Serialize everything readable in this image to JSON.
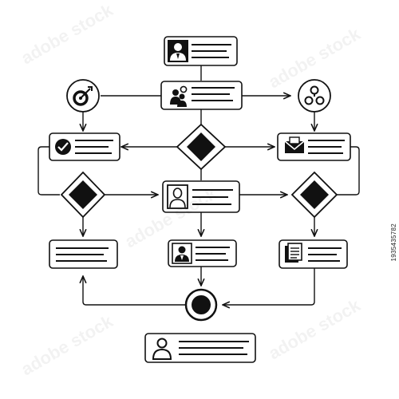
{
  "diagram": {
    "type": "business-process-flowchart",
    "stock_id": "1935435782",
    "watermark_text": "adobe stock",
    "colors": {
      "stroke": "#111111",
      "fill": "#ffffff"
    },
    "nodes": [
      {
        "id": "top-person-card",
        "shape": "card",
        "icon": "person-avatar-icon"
      },
      {
        "id": "team-card",
        "shape": "card",
        "icon": "team-settings-icon"
      },
      {
        "id": "target-circle",
        "shape": "circle",
        "icon": "target-icon"
      },
      {
        "id": "users-circle",
        "shape": "circle",
        "icon": "users-group-icon"
      },
      {
        "id": "approved-card",
        "shape": "card",
        "icon": "check-badge-icon"
      },
      {
        "id": "center-decision",
        "shape": "diamond"
      },
      {
        "id": "mail-card",
        "shape": "card",
        "icon": "envelope-icon"
      },
      {
        "id": "left-decision",
        "shape": "diamond"
      },
      {
        "id": "profile-card",
        "shape": "card",
        "icon": "profile-frame-icon"
      },
      {
        "id": "right-decision",
        "shape": "diamond"
      },
      {
        "id": "notes-card",
        "shape": "card",
        "icon": ""
      },
      {
        "id": "employee-card",
        "shape": "card",
        "icon": "employee-icon"
      },
      {
        "id": "document-card",
        "shape": "card",
        "icon": "document-icon"
      },
      {
        "id": "end-node",
        "shape": "terminal"
      },
      {
        "id": "bottom-person-card",
        "shape": "card",
        "icon": "person-outline-icon"
      }
    ],
    "connectors": [
      {
        "from": "top-person-card",
        "to": "team-card",
        "arrow": false
      },
      {
        "from": "team-card",
        "to": "target-circle",
        "arrow": false
      },
      {
        "from": "team-card",
        "to": "users-circle",
        "arrow": true
      },
      {
        "from": "target-circle",
        "to": "approved-card",
        "arrow": true
      },
      {
        "from": "users-circle",
        "to": "mail-card",
        "arrow": true
      },
      {
        "from": "team-card",
        "to": "center-decision",
        "arrow": false
      },
      {
        "from": "center-decision",
        "to": "approved-card",
        "arrow": true
      },
      {
        "from": "center-decision",
        "to": "mail-card",
        "arrow": true
      },
      {
        "from": "approved-card",
        "to": "left-decision",
        "arrow": false
      },
      {
        "from": "mail-card",
        "to": "right-decision",
        "arrow": false
      },
      {
        "from": "left-decision",
        "to": "profile-card",
        "arrow": true
      },
      {
        "from": "profile-card",
        "to": "right-decision",
        "arrow": true
      },
      {
        "from": "center-decision",
        "to": "profile-card",
        "arrow": false
      },
      {
        "from": "left-decision",
        "to": "notes-card",
        "arrow": true
      },
      {
        "from": "profile-card",
        "to": "employee-card",
        "arrow": true
      },
      {
        "from": "right-decision",
        "to": "document-card",
        "arrow": true
      },
      {
        "from": "employee-card",
        "to": "end-node",
        "arrow": true
      },
      {
        "from": "end-node",
        "to": "notes-card",
        "arrow": true
      },
      {
        "from": "document-card",
        "to": "end-node",
        "arrow": true
      }
    ]
  }
}
